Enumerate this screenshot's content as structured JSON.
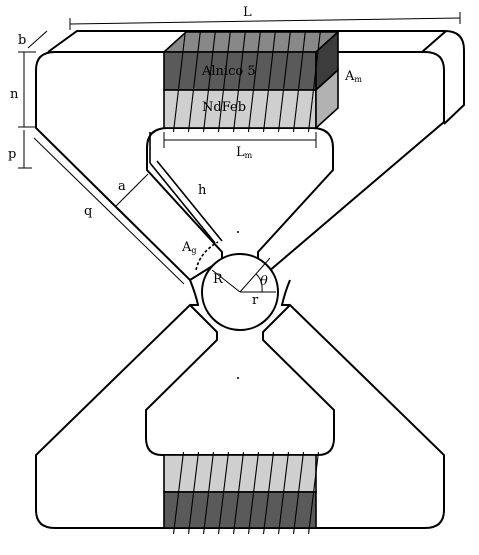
{
  "diagram": {
    "labels": {
      "L": "L",
      "b": "b",
      "n": "n",
      "p": "p",
      "q": "q",
      "a": "a",
      "h": "h",
      "R": "R",
      "r": "r",
      "theta": "θ",
      "Lm_main": "L",
      "Lm_sub": "m",
      "Am_main": "A",
      "Am_sub": "m",
      "Ag_main": "A",
      "Ag_sub": "g"
    },
    "magnets": {
      "alnico": "Alnico 5",
      "ndfeb": "NdFeb"
    },
    "colors": {
      "outline": "#000000",
      "alnico_fill": "#5a5a5a",
      "alnico_side": "#3c3c3c",
      "ndfeb_fill": "#cfcfcf",
      "ndfeb_side": "#b2b2b2",
      "frame_fill": "#ffffff"
    }
  }
}
